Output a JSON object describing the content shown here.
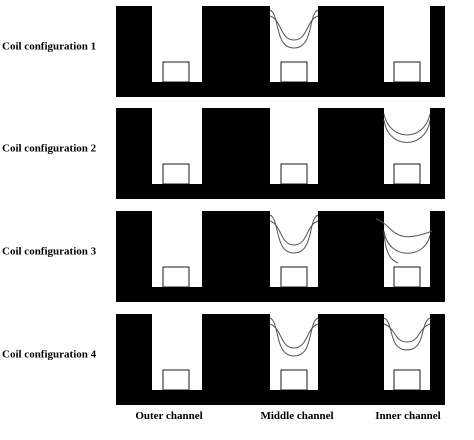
{
  "colors": {
    "core": "#000000",
    "background": "#ffffff",
    "field_line": "#555555"
  },
  "configurations": [
    {
      "label": "Coil configuration 1",
      "field_lines_in": [
        "middle"
      ]
    },
    {
      "label": "Coil configuration 2",
      "field_lines_in": [
        "inner"
      ]
    },
    {
      "label": "Coil configuration 3",
      "field_lines_in": [
        "middle",
        "inner"
      ]
    },
    {
      "label": "Coil configuration 4",
      "field_lines_in": [
        "middle",
        "inner"
      ]
    }
  ],
  "channels": [
    {
      "id": "outer",
      "label": "Outer channel"
    },
    {
      "id": "middle",
      "label": "Middle channel"
    },
    {
      "id": "inner",
      "label": "Inner channel"
    }
  ]
}
